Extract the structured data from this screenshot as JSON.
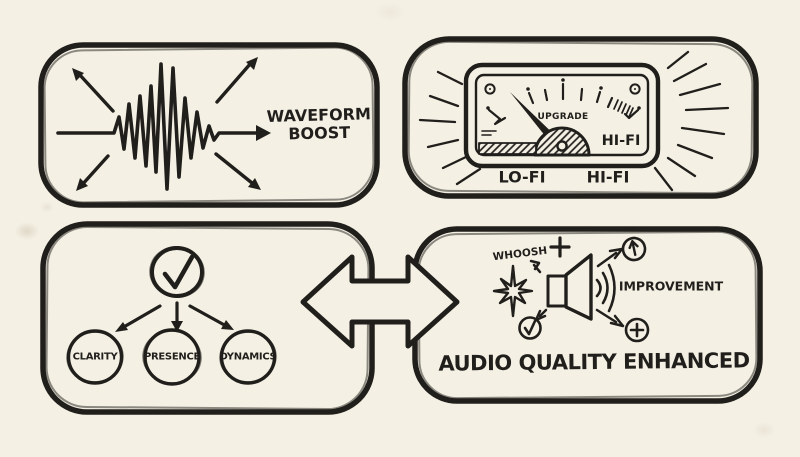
{
  "canvas": {
    "paper_color": "#f4f0e4",
    "ink_color": "#211f1c"
  },
  "panel_waveform": {
    "title_line1": "WAVEFORM",
    "title_line2": "BOOST",
    "icons": [
      "waveform-icon",
      "arrow-up-left-icon",
      "arrow-up-right-icon",
      "arrow-down-left-icon",
      "arrow-down-right-icon",
      "arrow-right-icon"
    ]
  },
  "panel_meter": {
    "dial_text": "UPGRADE",
    "dial_corner_label": "HI-FI",
    "left_label": "LO-FI",
    "right_label": "HI-FI",
    "icons": [
      "vu-meter-icon",
      "needle-icon",
      "screw-icon",
      "sunburst-rays-icon"
    ]
  },
  "panel_factors": {
    "icons": [
      "check-circle-icon"
    ],
    "check_glyph": "✓",
    "items": [
      {
        "label": "CLARITY"
      },
      {
        "label": "PRESENCE"
      },
      {
        "label": "DYNAMICS"
      }
    ]
  },
  "panel_result": {
    "whoosh_label": "WHOOSH",
    "improvement_label": "IMPROVEMENT",
    "caption": "AUDIO QUALITY ENHANCED",
    "icons": [
      "speaker-icon",
      "sound-waves-icon",
      "starburst-icon",
      "plus-icon",
      "circled-up-arrow-icon",
      "circled-plus-icon",
      "circled-check-icon"
    ]
  },
  "connector": {
    "type": "bidirectional-arrow"
  }
}
